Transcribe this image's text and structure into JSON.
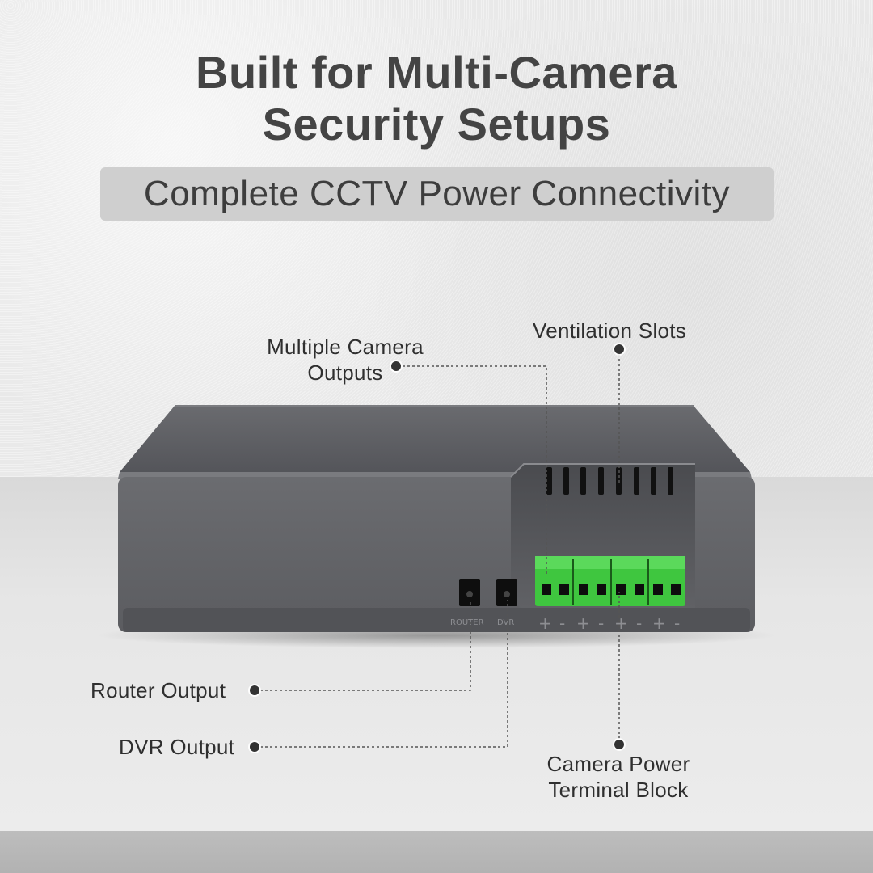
{
  "headline": {
    "line1": "Built for Multi-Camera",
    "line2": "Security Setups"
  },
  "subtitle": "Complete CCTV Power Connectivity",
  "callouts": {
    "multiple_camera_outputs": {
      "line1": "Multiple Camera",
      "line2": "Outputs"
    },
    "ventilation_slots": "Ventilation Slots",
    "router_output": "Router Output",
    "dvr_output": "DVR Output",
    "camera_power_terminal": {
      "line1": "Camera Power",
      "line2": "Terminal Block"
    }
  },
  "device": {
    "port_labels": [
      "ROUTER",
      "DVR"
    ],
    "terminal_polarity": [
      "+",
      "-",
      "+",
      "-",
      "+",
      "-",
      "+",
      "-"
    ],
    "body_color": "#5d5e62",
    "terminal_color": "#3fc63f",
    "vent_slot_count": 8,
    "terminal_pair_count": 4
  }
}
